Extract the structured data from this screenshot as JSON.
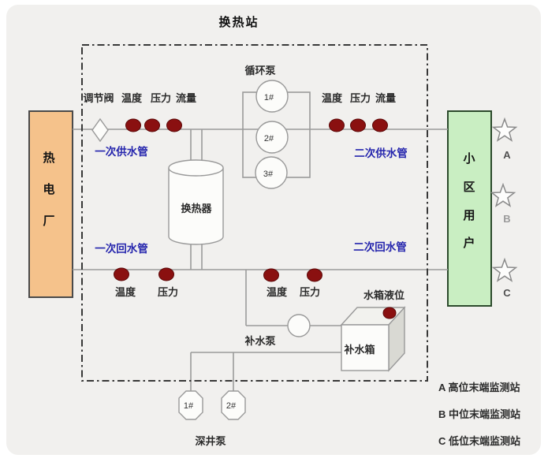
{
  "title": "换热站",
  "colors": {
    "panel_bg": "#f1f0ee",
    "plant_fill": "#f5c28b",
    "users_fill": "#c9eec2",
    "pipe_gray": "#9a9a9a",
    "boundary_dash": "#383838",
    "sensor_dot": "#8a1010",
    "pipe_label_blue": "#2525ad"
  },
  "plant": {
    "name": "热电厂",
    "chars": [
      "热",
      "电",
      "厂"
    ]
  },
  "users": {
    "name": "小区用户",
    "chars": [
      "小",
      "区",
      "用",
      "户"
    ]
  },
  "station": {
    "supply_primary": "一次供水管",
    "supply_secondary": "二次供水管",
    "return_primary": "一次回水管",
    "return_secondary": "二次回水管",
    "heat_exchanger": "换热器",
    "circulation_pump_group": "循环泵",
    "circulation_pumps": [
      "1#",
      "2#",
      "3#"
    ],
    "supply_left_sensors": [
      "调节阀",
      "温度",
      "压力",
      "流量"
    ],
    "supply_right_sensors": [
      "温度",
      "压力",
      "流量"
    ],
    "return_left_sensors": [
      "温度",
      "压力"
    ],
    "return_right_sensors": [
      "温度",
      "压力"
    ],
    "makeup_pump": "补水泵",
    "makeup_tank": "补水箱",
    "tank_level": "水箱液位",
    "deep_well_group": "深井泵",
    "deep_well_pumps": [
      "1#",
      "2#"
    ]
  },
  "monitoring": {
    "markers": [
      "A",
      "B",
      "C"
    ],
    "legend": [
      "A 高位末端监测站",
      "B 中位末端监测站",
      "C 低位末端监测站"
    ]
  }
}
